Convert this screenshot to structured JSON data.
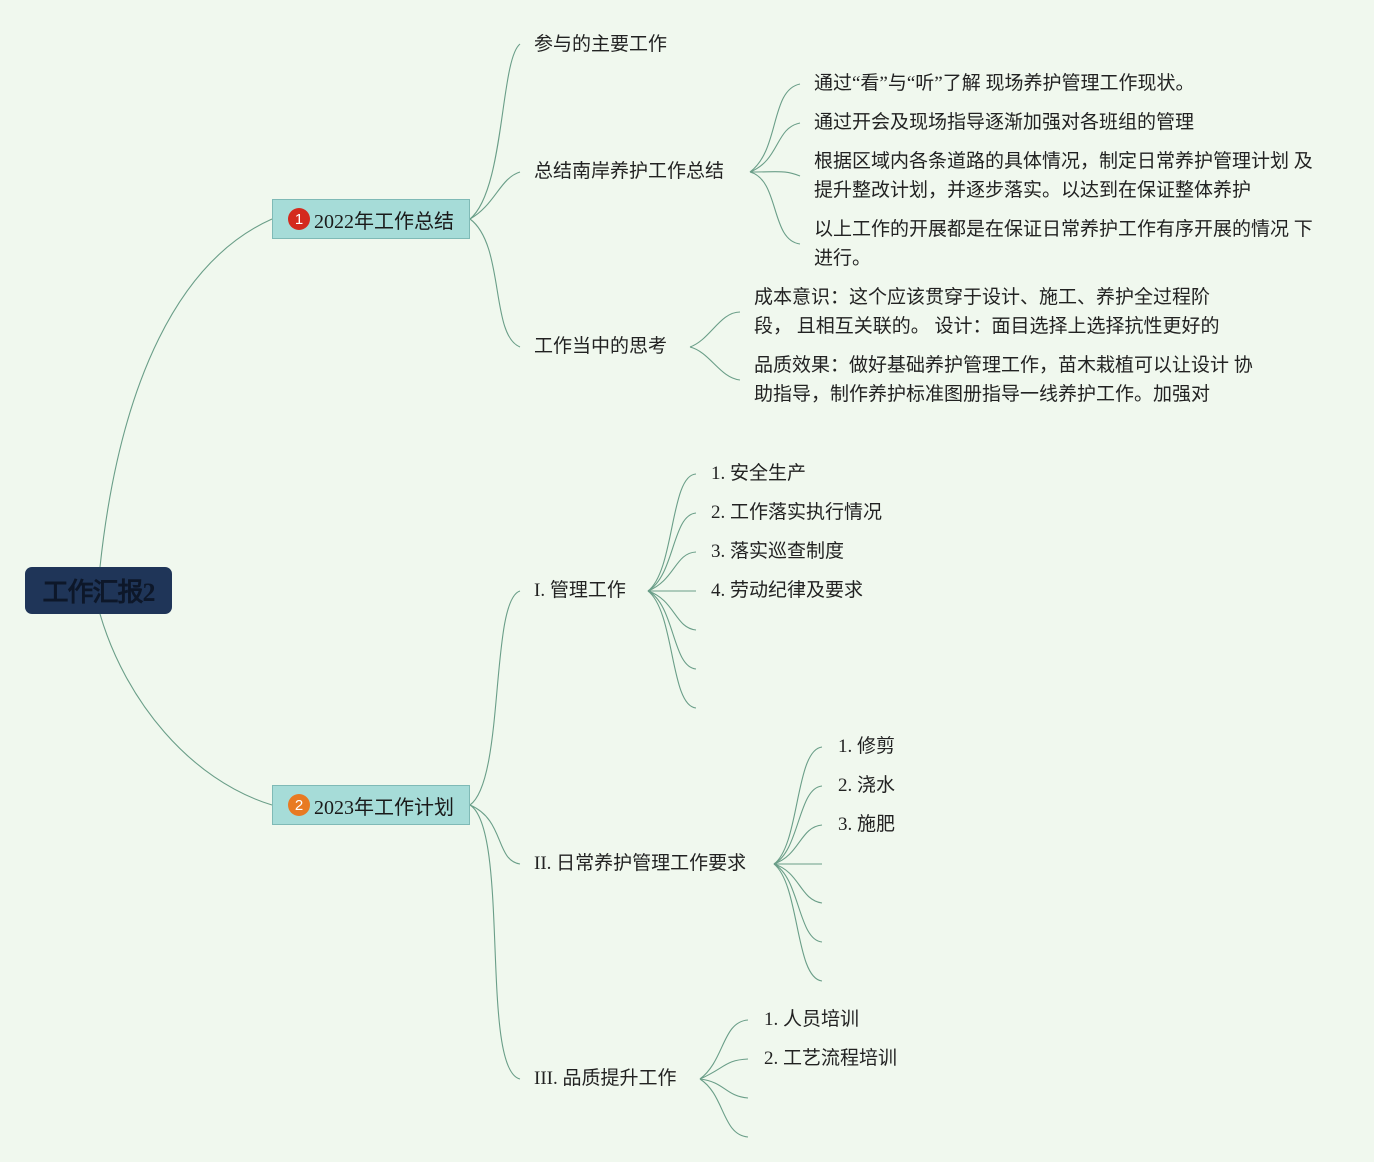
{
  "root": {
    "label": "工作汇报2"
  },
  "branches": [
    {
      "badge": "1",
      "badge_color": "#d42a1e",
      "label": "2022年工作总结",
      "topics": [
        {
          "label": "参与的主要工作"
        },
        {
          "label": "总结南岸养护工作总结",
          "items": [
            "通过“看”与“听”了解 现场养护管理工作现状。",
            "通过开会及现场指导逐渐加强对各班组的管理",
            "根据区域内各条道路的具体情况，制定日常养护管理计划 及提升整改计划，并逐步落实。以达到在保证整体养护",
            "以上工作的开展都是在保证日常养护工作有序开展的情况 下进行。"
          ]
        },
        {
          "label": "工作当中的思考",
          "items": [
            "成本意识：这个应该贯穿于设计、施工、养护全过程阶 段， 且相互关联的。 设计：面目选择上选择抗性更好的",
            "品质效果：做好基础养护管理工作，苗木栽植可以让设计 协助指导，制作养护标准图册指导一线养护工作。加强对"
          ]
        }
      ]
    },
    {
      "badge": "2",
      "badge_color": "#e87a22",
      "label": "2023年工作计划",
      "topics": [
        {
          "label": "I. 管理工作",
          "items": [
            "1. 安全生产",
            "2. 工作落实执行情况",
            "3. 落实巡查制度",
            "4. 劳动纪律及要求"
          ]
        },
        {
          "label": "II. 日常养护管理工作要求",
          "items": [
            "1. 修剪",
            "2. 浇水",
            "3. 施肥"
          ]
        },
        {
          "label": "III. 品质提升工作",
          "items": [
            "1. 人员培训",
            "2. 工艺流程培训"
          ]
        }
      ]
    }
  ]
}
